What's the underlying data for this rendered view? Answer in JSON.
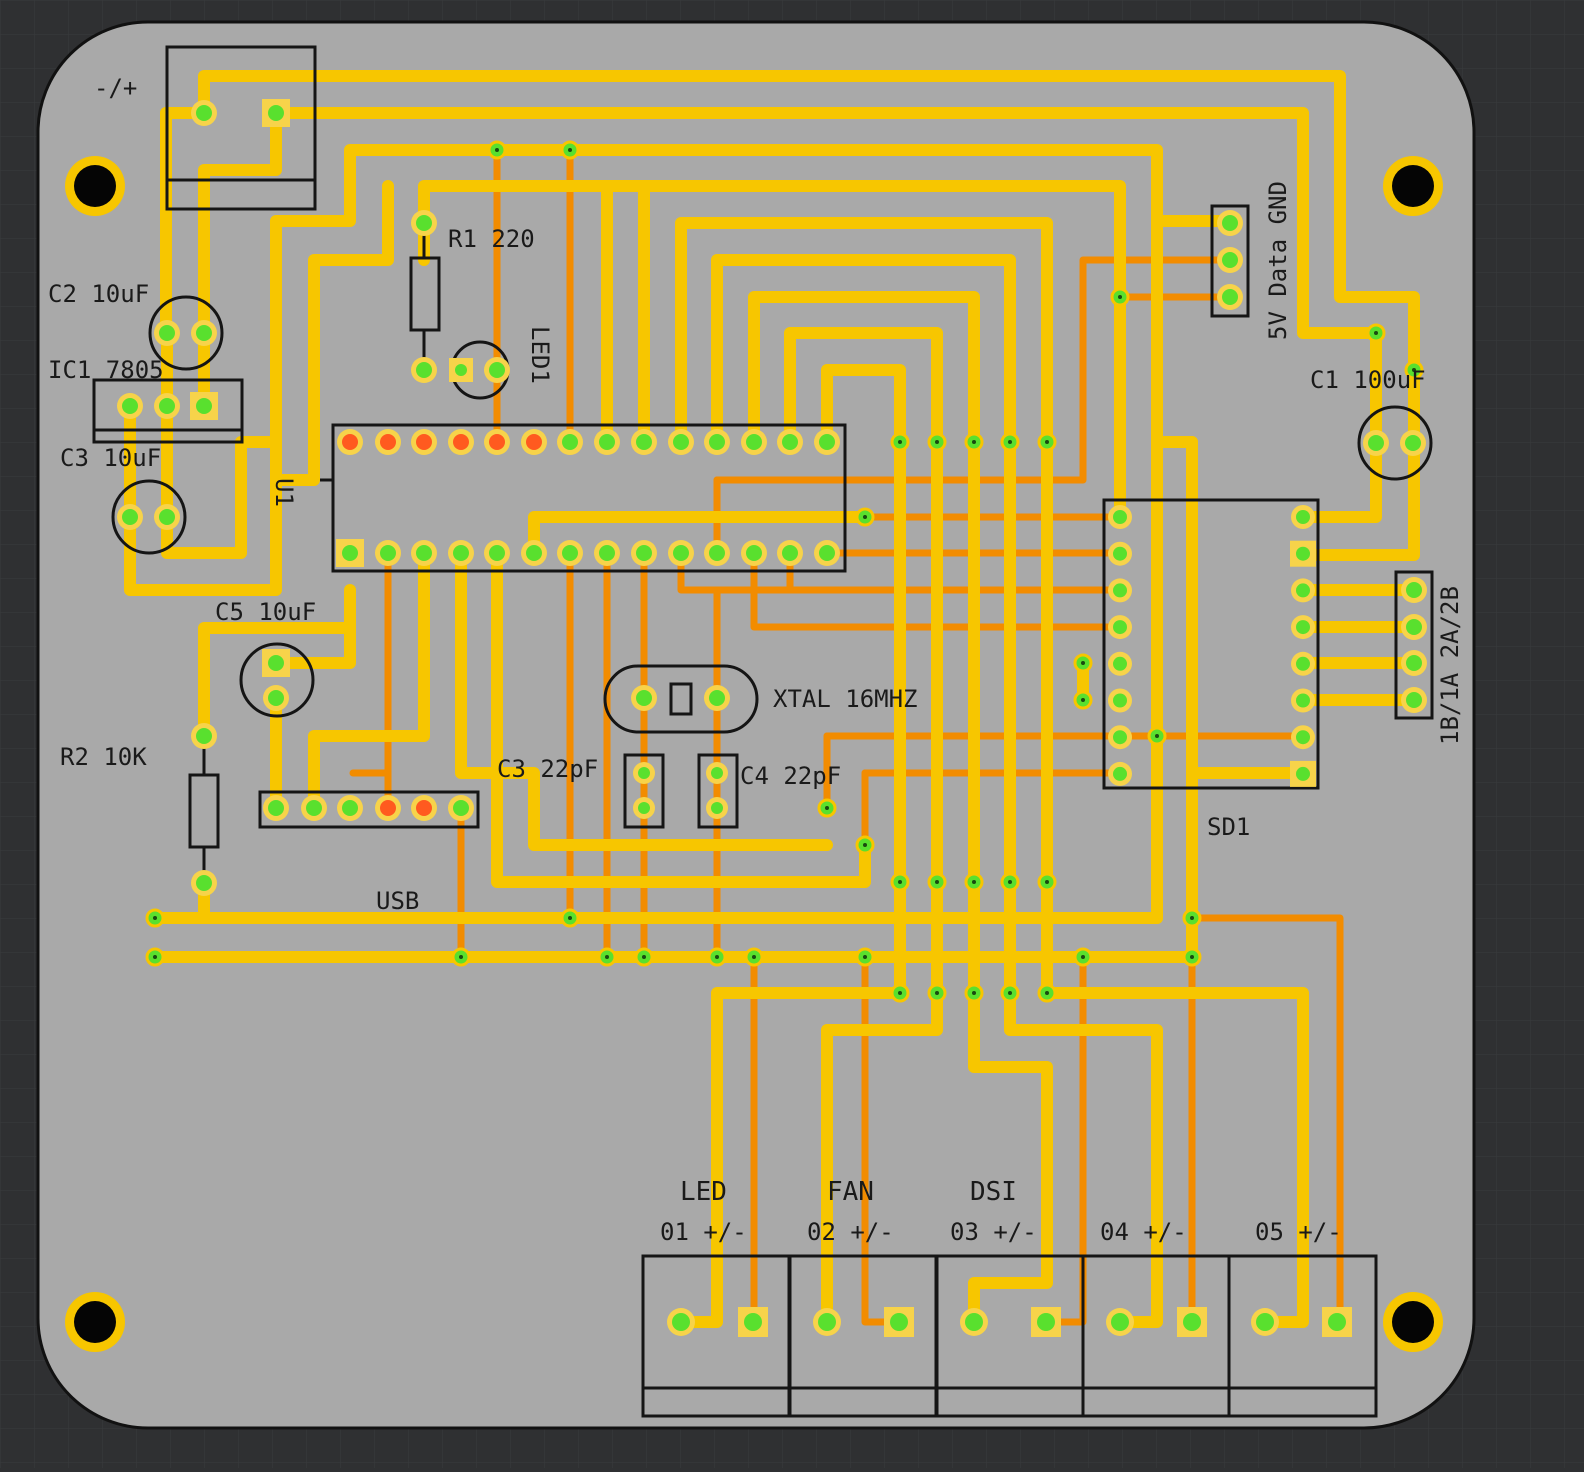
{
  "colors": {
    "workspace": "#2f3032",
    "grid": "#3a3b3d",
    "board": "#a9a9a9",
    "outline": "#111111",
    "trace_top": "#f7c600",
    "trace_bottom": "#f28c00",
    "pad_copper": "#f7d34a",
    "pad_green": "#59e02e",
    "pad_red": "#ff5a1f",
    "silk": "#151515",
    "hole": "#050505"
  },
  "labels": {
    "power": "-/+",
    "c2": "C2 10uF",
    "ic1": "IC1 7805",
    "c3a": "C3 10uF",
    "c5": "C5 10uF",
    "r2": "R2 10K",
    "r1": "R1 220",
    "led1": "LED1",
    "u1": "U1",
    "usb": "USB",
    "xtal": "XTAL 16MHZ",
    "c3b": "C3 22pF",
    "c4": "C4 22pF",
    "sensor": "5V Data GND",
    "c1": "C1 100uF",
    "sd1": "SD1",
    "ports": "1B/1A 2A/2B"
  },
  "outputs": [
    {
      "group": "LED",
      "port": "01",
      "pol": "+/-"
    },
    {
      "group": "FAN",
      "port": "02",
      "pol": "+/-"
    },
    {
      "group": "DSI",
      "port": "03",
      "pol": "+/-"
    },
    {
      "group": "",
      "port": "04",
      "pol": "+/-"
    },
    {
      "group": "",
      "port": "05",
      "pol": "+/-"
    }
  ]
}
